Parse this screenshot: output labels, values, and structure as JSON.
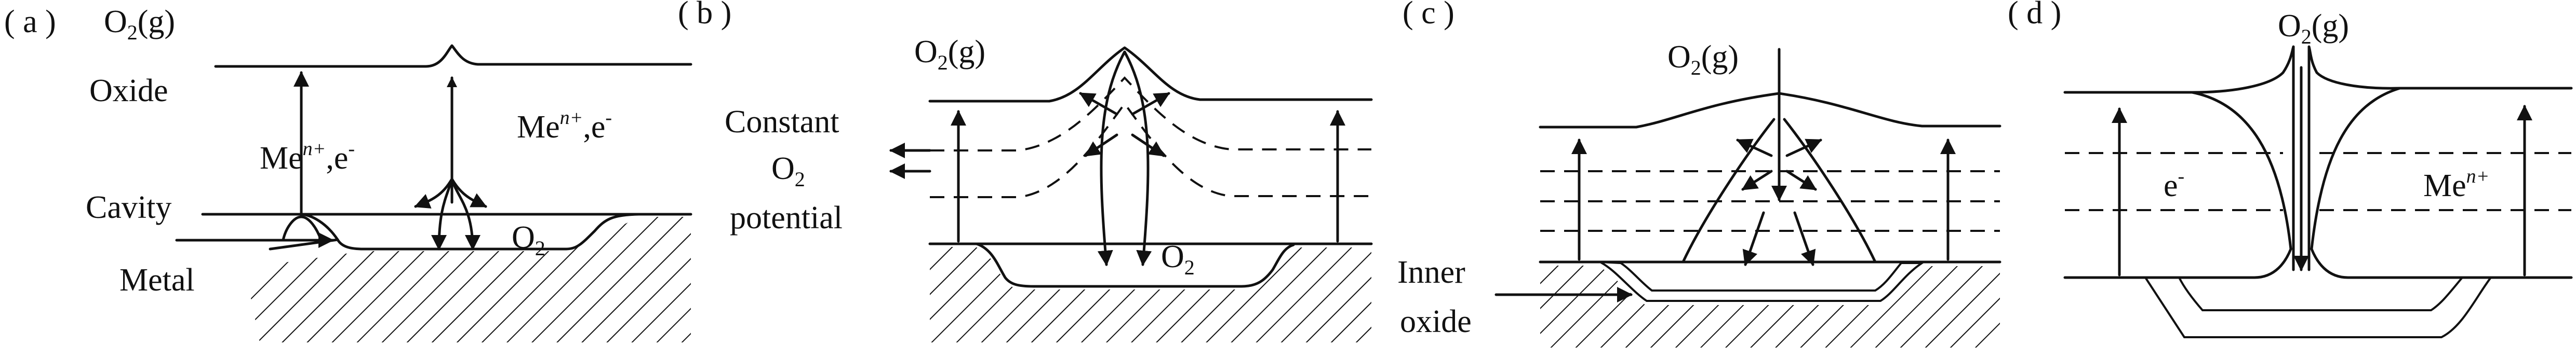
{
  "panels": [
    {
      "id": "a",
      "label": "( a )",
      "gas": "O",
      "gas_sub": "2",
      "gas_tail": "(g)",
      "oxide": "Oxide",
      "cavity": "Cavity",
      "metal": "Metal",
      "ion_left": "Me",
      "ion_left_sup": "n+",
      "ion_left_tail": ",e",
      "ion_left_tail_sup": "-",
      "ion_right": "Me",
      "ion_right_sup": "n+",
      "ion_right_tail": ",e",
      "ion_right_tail_sup": "-",
      "o2": "O",
      "o2_sub": "2"
    },
    {
      "id": "b",
      "label": "( b )",
      "gas": "O",
      "gas_sub": "2",
      "gas_tail": "(g)",
      "constant": "Constant",
      "o2_mid": "O",
      "o2_mid_sub": "2",
      "potential": "potential",
      "o2": "O",
      "o2_sub": "2"
    },
    {
      "id": "c",
      "label": "( c )",
      "gas": "O",
      "gas_sub": "2",
      "gas_tail": "(g)",
      "inner": "Inner",
      "oxide": "oxide"
    },
    {
      "id": "d",
      "label": "( d )",
      "gas": "O",
      "gas_sub": "2",
      "gas_tail": "(g)",
      "electron": "e",
      "electron_sup": "-",
      "ion": "Me",
      "ion_sup": "n+"
    }
  ]
}
